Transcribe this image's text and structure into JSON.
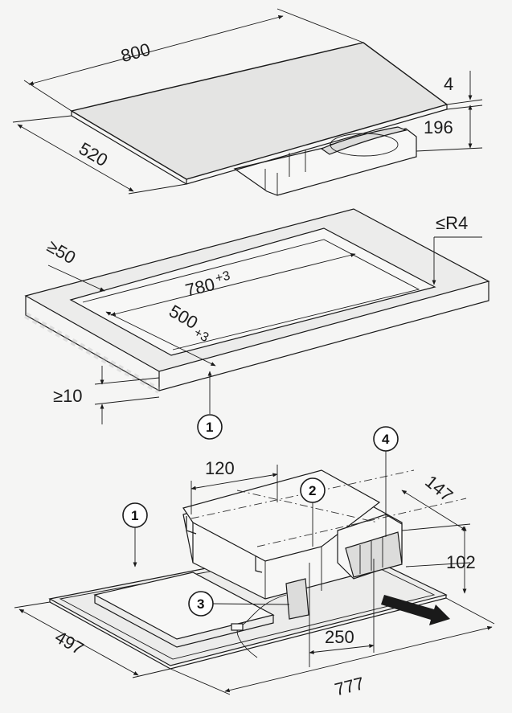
{
  "figure": {
    "hob": {
      "width": "800",
      "depth": "520",
      "glass_thickness": "4",
      "height": "196"
    },
    "cutout": {
      "rim_min": "≥50",
      "width": "780",
      "width_tol": "+3",
      "depth": "500",
      "depth_tol": "+3",
      "corner_radius": "≤R4",
      "worktop_min": "≥10"
    },
    "fan_unit": {
      "dim_120": "120",
      "dim_147": "147",
      "dim_102": "102",
      "dim_497": "497",
      "dim_250": "250",
      "dim_777": "777"
    },
    "callouts": {
      "c1": "1",
      "c2": "2",
      "c3": "3",
      "c4": "4"
    }
  }
}
